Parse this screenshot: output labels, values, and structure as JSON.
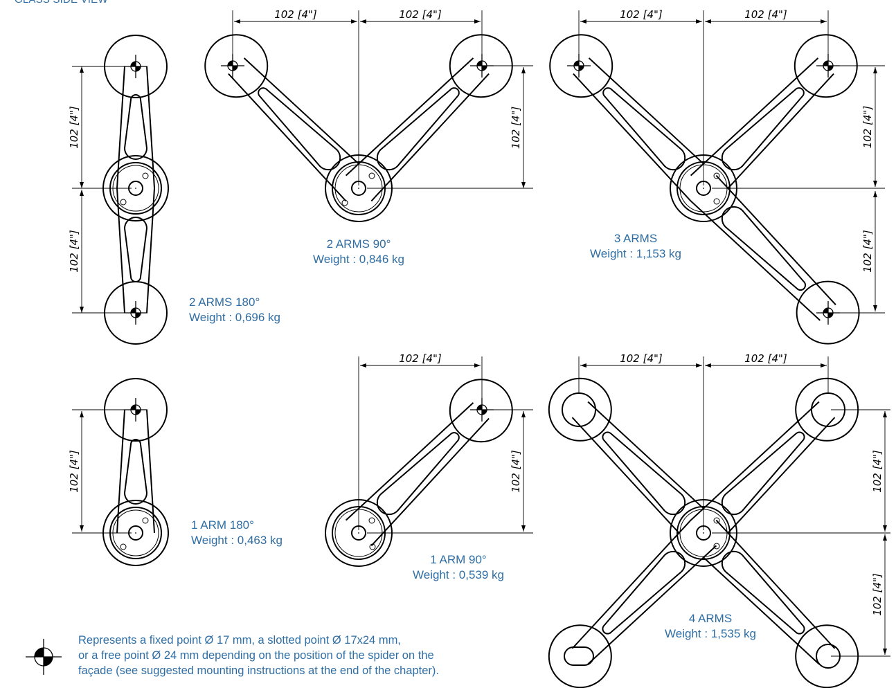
{
  "title": "GLASS SIDE VIEW",
  "dimension_label": "102  [4\"]",
  "variants": [
    {
      "name": "2 ARMS 180°",
      "weight": "Weight : 0,696 kg"
    },
    {
      "name": "2 ARMS 90°",
      "weight": "Weight : 0,846 kg"
    },
    {
      "name": "3 ARMS",
      "weight": "Weight : 1,153 kg"
    },
    {
      "name": "1 ARM 180°",
      "weight": "Weight : 0,463 kg"
    },
    {
      "name": "1 ARM 90°",
      "weight": "Weight : 0,539 kg"
    },
    {
      "name": "4 ARMS",
      "weight": "Weight : 1,535 kg"
    }
  ],
  "legend": {
    "icon": "fixed-point-symbol-icon",
    "lines": [
      "Represents a fixed point Ø 17 mm, a slotted point Ø 17x24 mm,",
      "or a free point Ø 24 mm depending on the position of the spider on the",
      "façade (see suggested mounting instructions at the end of the chapter)."
    ]
  },
  "colors": {
    "accent": "#2f6ea4",
    "line": "#000000"
  }
}
